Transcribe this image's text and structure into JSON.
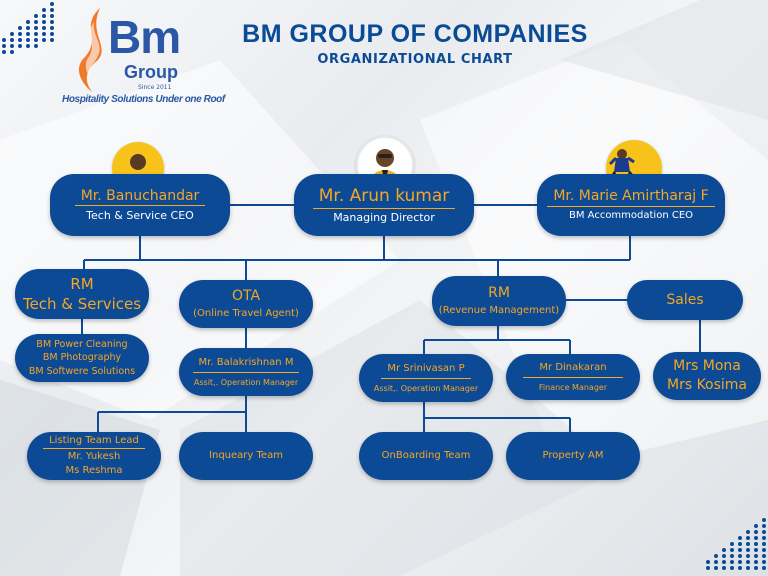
{
  "header": {
    "title": "BM GROUP OF COMPANIES",
    "subtitle": "ORGANIZATIONAL CHART"
  },
  "logo": {
    "brand": "Bm",
    "group": "Group",
    "since": "Since 2011",
    "tagline": "Hospitality Solutions Under one Roof"
  },
  "colors": {
    "node_bg": "#0d4a96",
    "accent": "#f5a623",
    "title": "#0b4a94",
    "avatar_bg": "#f7c21a"
  },
  "nodes": {
    "md": {
      "name": "Mr. Arun kumar",
      "role": "Managing Director"
    },
    "tech_ceo": {
      "name": "Mr. Banuchandar",
      "role": "Tech & Service CEO"
    },
    "acc_ceo": {
      "name": "Mr. Marie Amirtharaj F",
      "role": "BM Accommodation CEO"
    },
    "rm_tech": {
      "line1": "RM",
      "line2": "Tech & Services"
    },
    "tech_units": {
      "items": [
        "BM Power Cleaning",
        "BM Photography",
        "BM Softwere Solutions"
      ]
    },
    "ota": {
      "title": "OTA",
      "sub": "(Online Travel Agent)"
    },
    "bala": {
      "name": "Mr. Balakrishnan M",
      "role": "Assit,. Operation Manager"
    },
    "listing": {
      "title": "Listing Team Lead",
      "members": [
        "Mr. Yukesh",
        "Ms Reshma"
      ]
    },
    "inqueary": {
      "label": "Inqueary Team"
    },
    "rm_rev": {
      "title": "RM",
      "sub": "(Revenue Management)"
    },
    "sales": {
      "label": "Sales"
    },
    "sales_team": {
      "members": [
        "Mrs Mona",
        "Mrs Kosima"
      ]
    },
    "srini": {
      "name": "Mr Srinivasan P",
      "role": "Assit,. Operation Manager"
    },
    "dinakaran": {
      "name": "Mr Dinakaran",
      "role": "Finance Manager"
    },
    "onboarding": {
      "label": "OnBoarding Team"
    },
    "property": {
      "label": "Property AM"
    }
  }
}
